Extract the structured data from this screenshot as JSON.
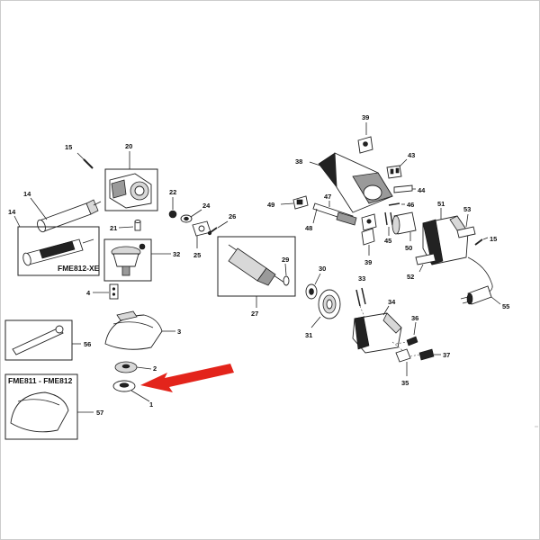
{
  "diagram": {
    "accent_color": "#e3241b",
    "labels": {
      "p1": "1",
      "p2": "2",
      "p3": "3",
      "p4": "4",
      "p14a": "14",
      "p14b": "14",
      "p15a": "15",
      "p15b": "15",
      "p20": "20",
      "p21": "21",
      "p22": "22",
      "p24": "24",
      "p25": "25",
      "p26": "26",
      "p27": "27",
      "p29": "29",
      "p30": "30",
      "p31": "31",
      "p32": "32",
      "p33": "33",
      "p34": "34",
      "p35": "35",
      "p36": "36",
      "p37": "37",
      "p38": "38",
      "p39a": "39",
      "p39b": "39",
      "p43": "43",
      "p44": "44",
      "p45": "45",
      "p46": "46",
      "p47": "47",
      "p48": "48",
      "p49": "49",
      "p50": "50",
      "p51": "51",
      "p52": "52",
      "p53": "53",
      "p55": "55",
      "p56": "56",
      "p57": "57"
    },
    "models": {
      "box_a": "FME812-XE",
      "box_b": "FME811 - FME812"
    }
  }
}
